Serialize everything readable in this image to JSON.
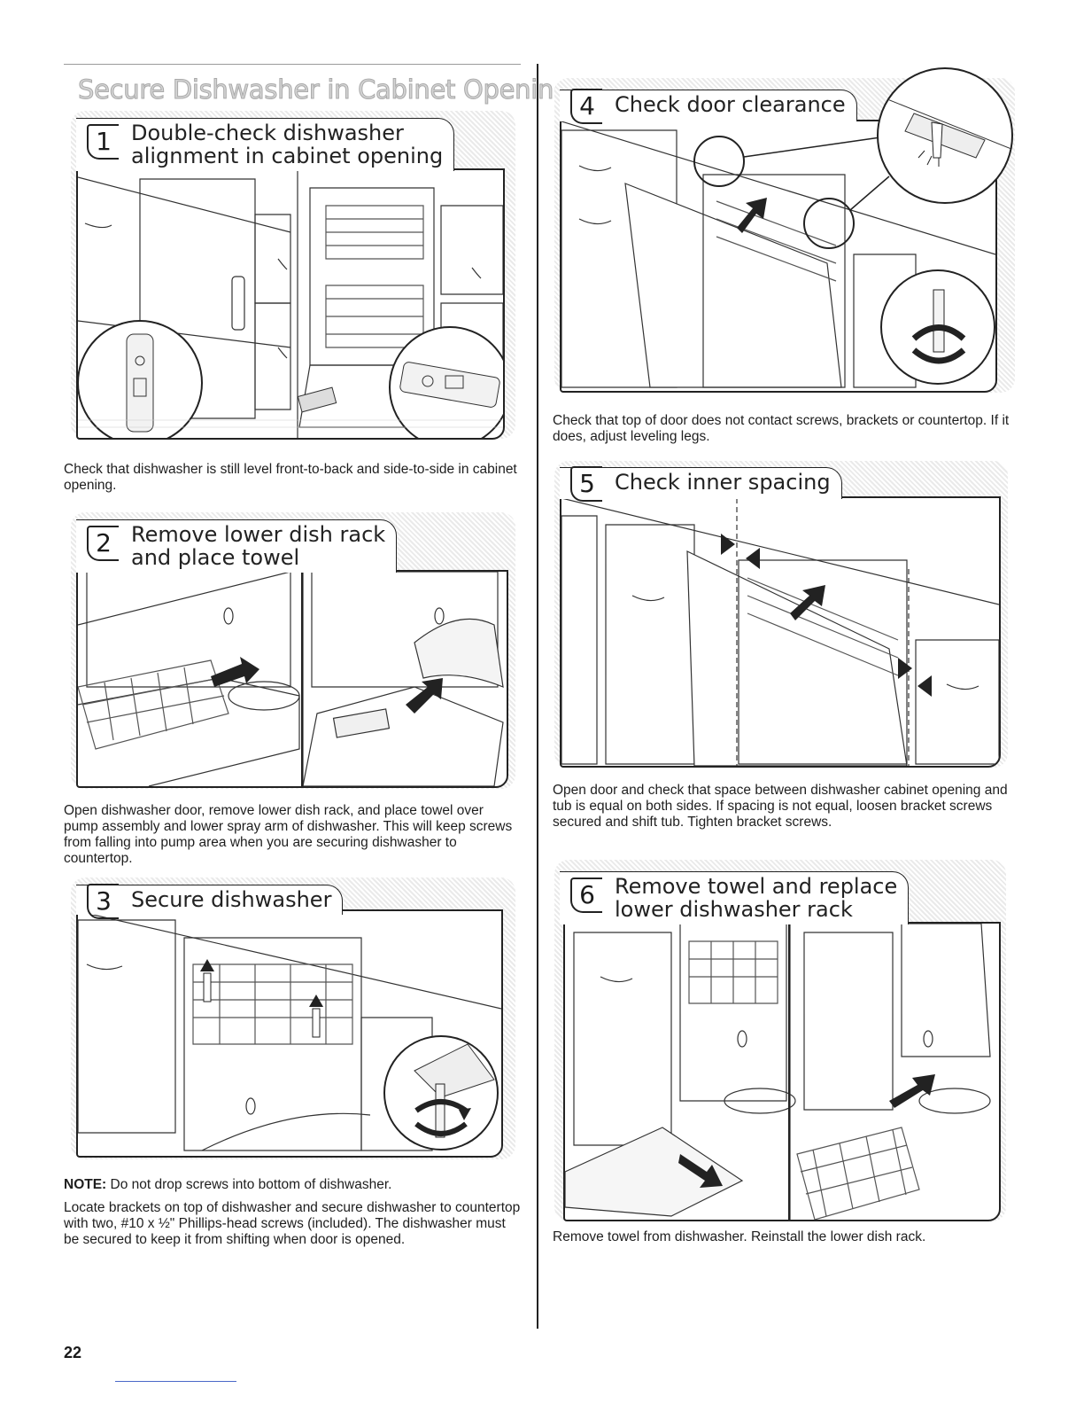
{
  "section_title": "Secure Dishwasher in Cabinet Opening",
  "steps": [
    {
      "number": "1",
      "title_lines": [
        "Double-check dishwasher",
        "alignment in cabinet opening"
      ],
      "caption": "Check that dishwasher is still level front-to-back and side-to-side in cabinet opening."
    },
    {
      "number": "2",
      "title_lines": [
        "Remove lower dish rack",
        "and place towel"
      ],
      "caption": "Open dishwasher door, remove lower dish rack, and place towel over pump assembly and lower spray arm of dishwasher. This will keep screws from falling into pump area when you are securing dishwasher to countertop."
    },
    {
      "number": "3",
      "title_lines": [
        "Secure dishwasher"
      ],
      "note_label": "NOTE:",
      "note_text": " Do not drop screws into bottom of dishwasher.",
      "caption": "Locate brackets on top of dishwasher and secure dishwasher to countertop with two, #10 x ½\" Phillips-head screws (included). The dishwasher must be secured to keep it from shifting when door is opened."
    },
    {
      "number": "4",
      "title_lines": [
        "Check door clearance"
      ],
      "caption": "Check that top of door does not contact screws, brackets or countertop. If it does, adjust leveling legs."
    },
    {
      "number": "5",
      "title_lines": [
        "Check inner spacing"
      ],
      "caption": "Open door and check that space between dishwasher cabinet opening and tub is equal on both sides. If spacing is not equal, loosen bracket screws secured and shift tub. Tighten bracket screws."
    },
    {
      "number": "6",
      "title_lines": [
        "Remove towel and replace",
        "lower dishwasher rack"
      ],
      "caption": "Remove towel from dishwasher. Reinstall the lower dish rack."
    }
  ],
  "page_number": "22"
}
